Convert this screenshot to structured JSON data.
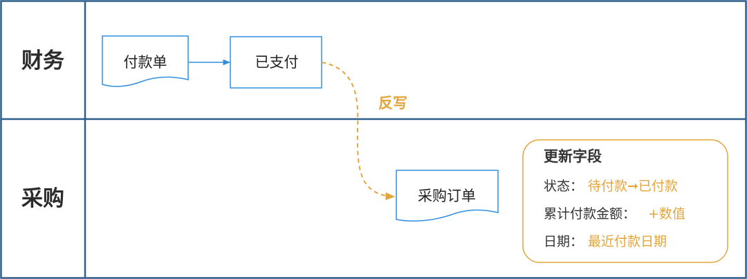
{
  "lanes": [
    {
      "label": "财务"
    },
    {
      "label": "采购"
    }
  ],
  "nodes": {
    "payment_slip": "付款单",
    "paid": "已支付",
    "purchase_order": "采购订单"
  },
  "edges": {
    "writeback_label": "反写"
  },
  "note": {
    "title": "更新字段",
    "rows": [
      {
        "key": "状态：",
        "value": "待付款➞已付款"
      },
      {
        "key": "累计付款金额：",
        "value": "+数值"
      },
      {
        "key": "日期：",
        "value": "最近付款日期"
      }
    ]
  },
  "colors": {
    "lane_border": "#2f5d8a",
    "node_border": "#2f8ee0",
    "accent": "#e3a53a"
  }
}
